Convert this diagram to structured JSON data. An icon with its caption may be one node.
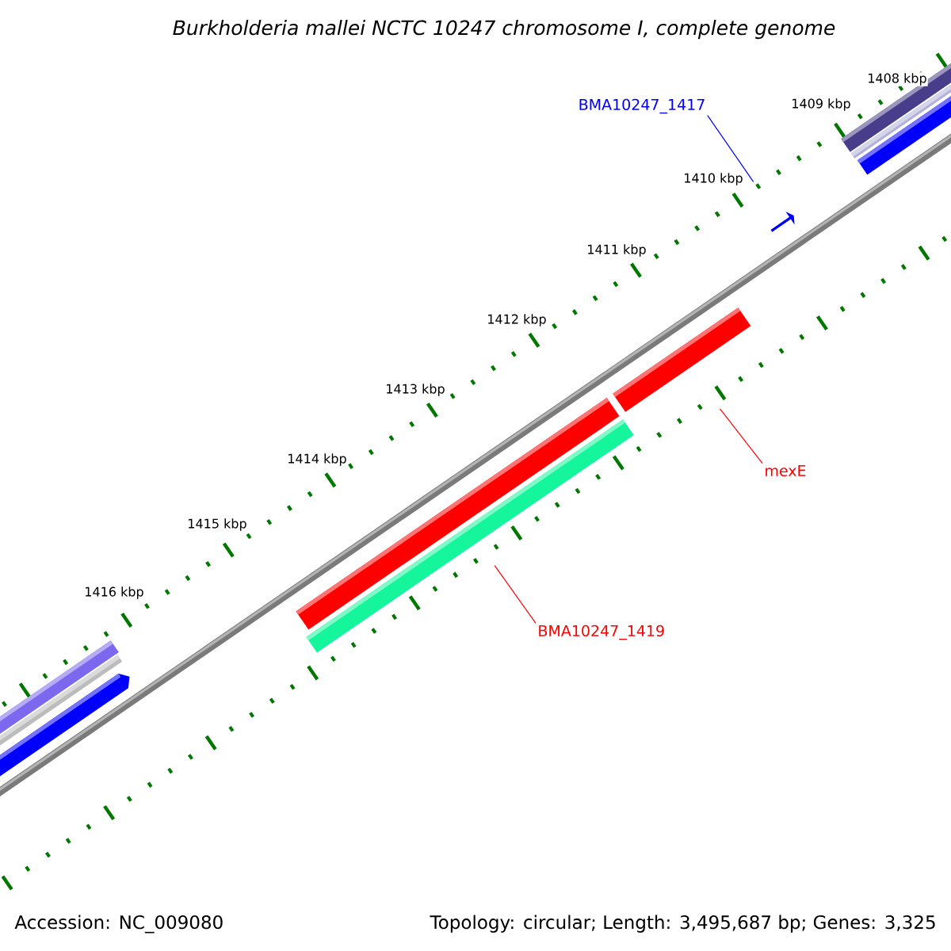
{
  "diagram": {
    "title": "Burkholderia mallei NCTC 10247 chromosome I, complete genome",
    "nodes": [
      {
        "text": [
          "BMA10247_1417"
        ]
      },
      {
        "text": [],
        "shape": "arrow"
      },
      {
        "text": [
          "mexE"
        ]
      },
      {
        "text": [],
        "shape": "bar"
      },
      {
        "text": [
          "BMA10247_1419"
        ]
      },
      {
        "text": [],
        "shape": "bar"
      }
    ],
    "edges": [
      {
        "from": 0,
        "to": 1,
        "arrow": "none",
        "color": "#0000ff"
      },
      {
        "from": 2,
        "to": 3,
        "arrow": "none"
      },
      {
        "from": 4,
        "to": 5,
        "arrow": "none"
      }
    ],
    "labels": [
      "1408 kbp",
      "1409 kbp",
      "1410 kbp",
      "1411 kbp",
      "1412 kbp",
      "1413 kbp",
      "1414 kbp",
      "1415 kbp",
      "1416 kbp",
      "Accession: NC_009080",
      "Topology: circular; Length: 3,495,687 bp; Genes: 3,325"
    ]
  }
}
